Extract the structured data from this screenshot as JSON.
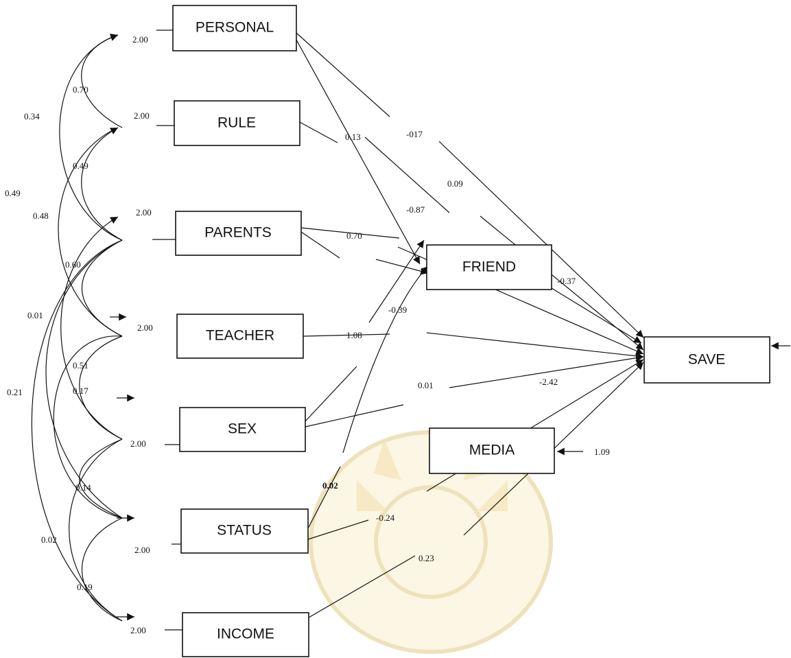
{
  "nodes": {
    "personal": "PERSONAL",
    "rule": "RULE",
    "parents": "PARENTS",
    "teacher": "TEACHER",
    "sex": "SEX",
    "status": "STATUS",
    "income": "INCOME",
    "friend": "FRIEND",
    "media": "MEDIA",
    "save": "SAVE"
  },
  "variances": {
    "personal": "2.00",
    "rule": "2.00",
    "parents": "2.00",
    "teacher": "2.00",
    "sex": "2.00",
    "status": "2.00",
    "income": "2.00",
    "media_error": "1.09"
  },
  "correlations": {
    "personal_rule": "0.70",
    "personal_parents": "0.34",
    "rule_parents": "0.49",
    "rule_outer": "0.49",
    "parents_teacher": "0.60",
    "parents_sex": "0.48",
    "parents_status": "0.01",
    "parents_income": "0.21",
    "teacher_sex": "0.51",
    "sex_status": "0.17",
    "sex_income": "0.14",
    "status_income": "0.19",
    "sex_outer": "0.02"
  },
  "paths": {
    "personal_save": "-017",
    "rule_friend": "0.13",
    "rule_save": "0.09",
    "parents_friend": "0.70",
    "parents_save": "-0.87",
    "teacher_friend": "1.08",
    "teacher_save": "-0.39",
    "friend_save": "-0.37",
    "sex_save": "0.01",
    "status_friend": "0.02",
    "status_save": "-0.24",
    "media_save": "-2.42",
    "income_media": "0.23"
  },
  "colors": {
    "ink": "#111111",
    "watermark": "#e9d9a6"
  }
}
